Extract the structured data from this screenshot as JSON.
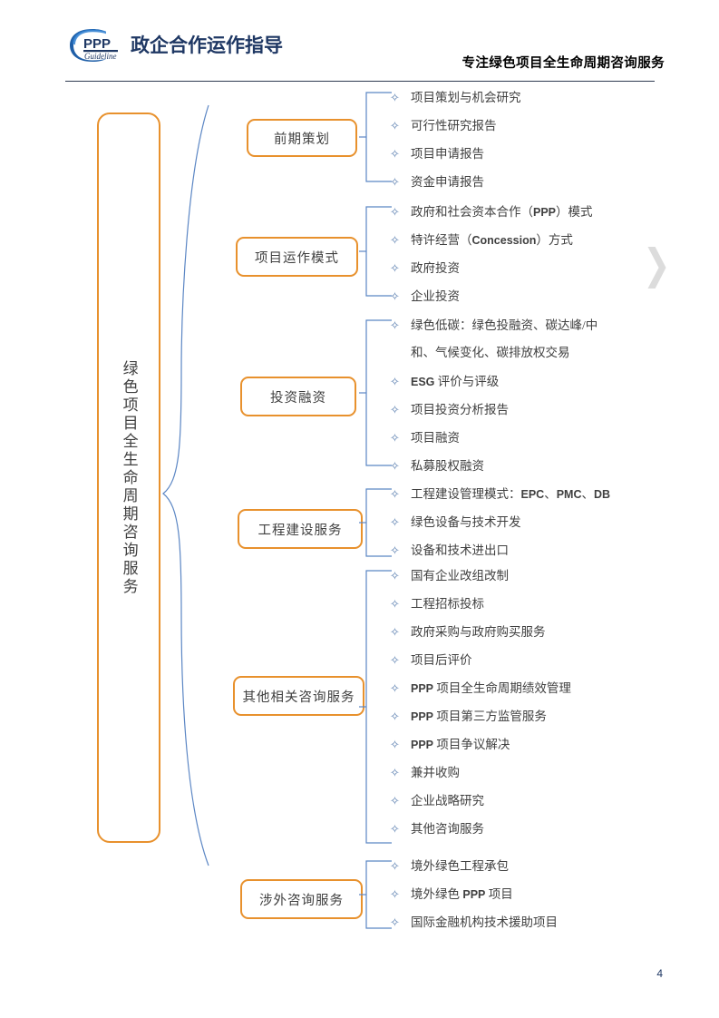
{
  "header": {
    "logo_text": "PPP",
    "logo_subtext": "Guideline",
    "wordmark": "政企合作运作指导",
    "tagline": "专注绿色项目全生命周期咨询服务"
  },
  "root": {
    "label": "绿色项目全生命周期咨询服务"
  },
  "watermark": {
    "chevron": "❯"
  },
  "footer": {
    "page_number": "4"
  },
  "groups": [
    {
      "category": "前期策划",
      "items": [
        "项目策划与机会研究",
        "可行性研究报告",
        "项目申请报告",
        "资金申请报告"
      ]
    },
    {
      "category": "项目运作模式",
      "items": [
        "政府和社会资本合作（PPP）模式",
        "特许经营（Concession）方式",
        "政府投资",
        "企业投资"
      ]
    },
    {
      "category": "投资融资",
      "items": [
        "绿色低碳：绿色投融资、碳达峰/中和、气候变化、碳排放权交易",
        "ESG 评价与评级",
        "项目投资分析报告",
        "项目融资",
        "私募股权融资"
      ]
    },
    {
      "category": "工程建设服务",
      "items": [
        "工程建设管理模式：EPC、PMC、DB",
        "绿色设备与技术开发",
        "设备和技术进出口"
      ]
    },
    {
      "category": "其他相关咨询服务",
      "items": [
        "国有企业改组改制",
        "工程招标投标",
        "政府采购与政府购买服务",
        "项目后评价",
        "PPP 项目全生命周期绩效管理",
        "PPP 项目第三方监管服务",
        "PPP 项目争议解决",
        "兼并收购",
        "企业战略研究",
        "其他咨询服务"
      ]
    },
    {
      "category": "涉外咨询服务",
      "items": [
        "境外绿色工程承包",
        "境外绿色 PPP 项目",
        "国际金融机构技术援助项目"
      ]
    }
  ],
  "colors": {
    "accent_orange": "#E8912D",
    "connector_blue": "#5b86c4",
    "brand_navy": "#1f3864",
    "bullet_blue": "#5b7fb0"
  }
}
